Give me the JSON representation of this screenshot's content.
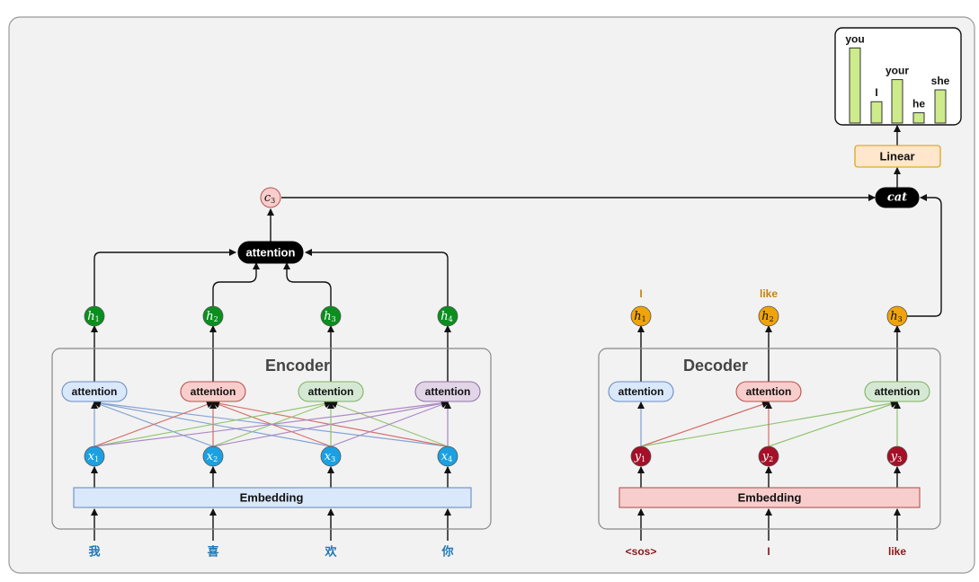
{
  "encoder": {
    "title": "Encoder",
    "inputs": [
      "我",
      "喜",
      "欢",
      "你"
    ],
    "embedding_label": "Embedding",
    "x_nodes": [
      {
        "sym": "x",
        "sub": "1"
      },
      {
        "sym": "x",
        "sub": "2"
      },
      {
        "sym": "x",
        "sub": "3"
      },
      {
        "sym": "x",
        "sub": "4"
      }
    ],
    "attention_label": "attention",
    "h_nodes": [
      {
        "sym": "h",
        "sub": "1"
      },
      {
        "sym": "h",
        "sub": "2"
      },
      {
        "sym": "h",
        "sub": "3"
      },
      {
        "sym": "h",
        "sub": "4"
      }
    ],
    "attention_colors": [
      {
        "fill": "#dae8fc",
        "stroke": "#6c8ebf",
        "line": "#7f9fd3"
      },
      {
        "fill": "#f8cecc",
        "stroke": "#b85450",
        "line": "#d36c66"
      },
      {
        "fill": "#d5e8d4",
        "stroke": "#82b366",
        "line": "#8fc46f"
      },
      {
        "fill": "#e1d5e7",
        "stroke": "#9673a6",
        "line": "#a984c2"
      }
    ]
  },
  "cross_attention": {
    "label": "attention"
  },
  "context": {
    "sym": "c",
    "sub": "3"
  },
  "cat": {
    "label": "cat"
  },
  "linear": {
    "label": "Linear"
  },
  "output_chart": {
    "words": [
      "you",
      "I",
      "your",
      "he",
      "she"
    ],
    "values": [
      0.95,
      0.27,
      0.55,
      0.13,
      0.42
    ]
  },
  "decoder": {
    "title": "Decoder",
    "inputs": [
      "<sos>",
      "I",
      "like"
    ],
    "embedding_label": "Embedding",
    "y_nodes": [
      {
        "sym": "y",
        "sub": "1"
      },
      {
        "sym": "y",
        "sub": "2"
      },
      {
        "sym": "y",
        "sub": "3"
      }
    ],
    "attention_label": "attention",
    "h_nodes": [
      {
        "sym": "h",
        "sub": "1"
      },
      {
        "sym": "h",
        "sub": "2"
      },
      {
        "sym": "h",
        "sub": "3"
      }
    ],
    "outputs": [
      "I",
      "like"
    ],
    "attention_colors": [
      {
        "fill": "#dae8fc",
        "stroke": "#6c8ebf",
        "line": "#7f9fd3"
      },
      {
        "fill": "#f8cecc",
        "stroke": "#b85450",
        "line": "#d36c66"
      },
      {
        "fill": "#d5e8d4",
        "stroke": "#82b366",
        "line": "#8fc46f"
      }
    ]
  },
  "colors": {
    "encoder_input_text": "#1f78b4",
    "decoder_input_text": "#8b1a1a",
    "decoder_output_text": "#c8820e",
    "x_node": "#1ba1e2",
    "h_node": "#0a8f1e",
    "y_node": "#a50f27",
    "dec_h_node": "#f0a30a",
    "context_node": "#f8cecc",
    "bar_fill": "#cdeb8b"
  }
}
